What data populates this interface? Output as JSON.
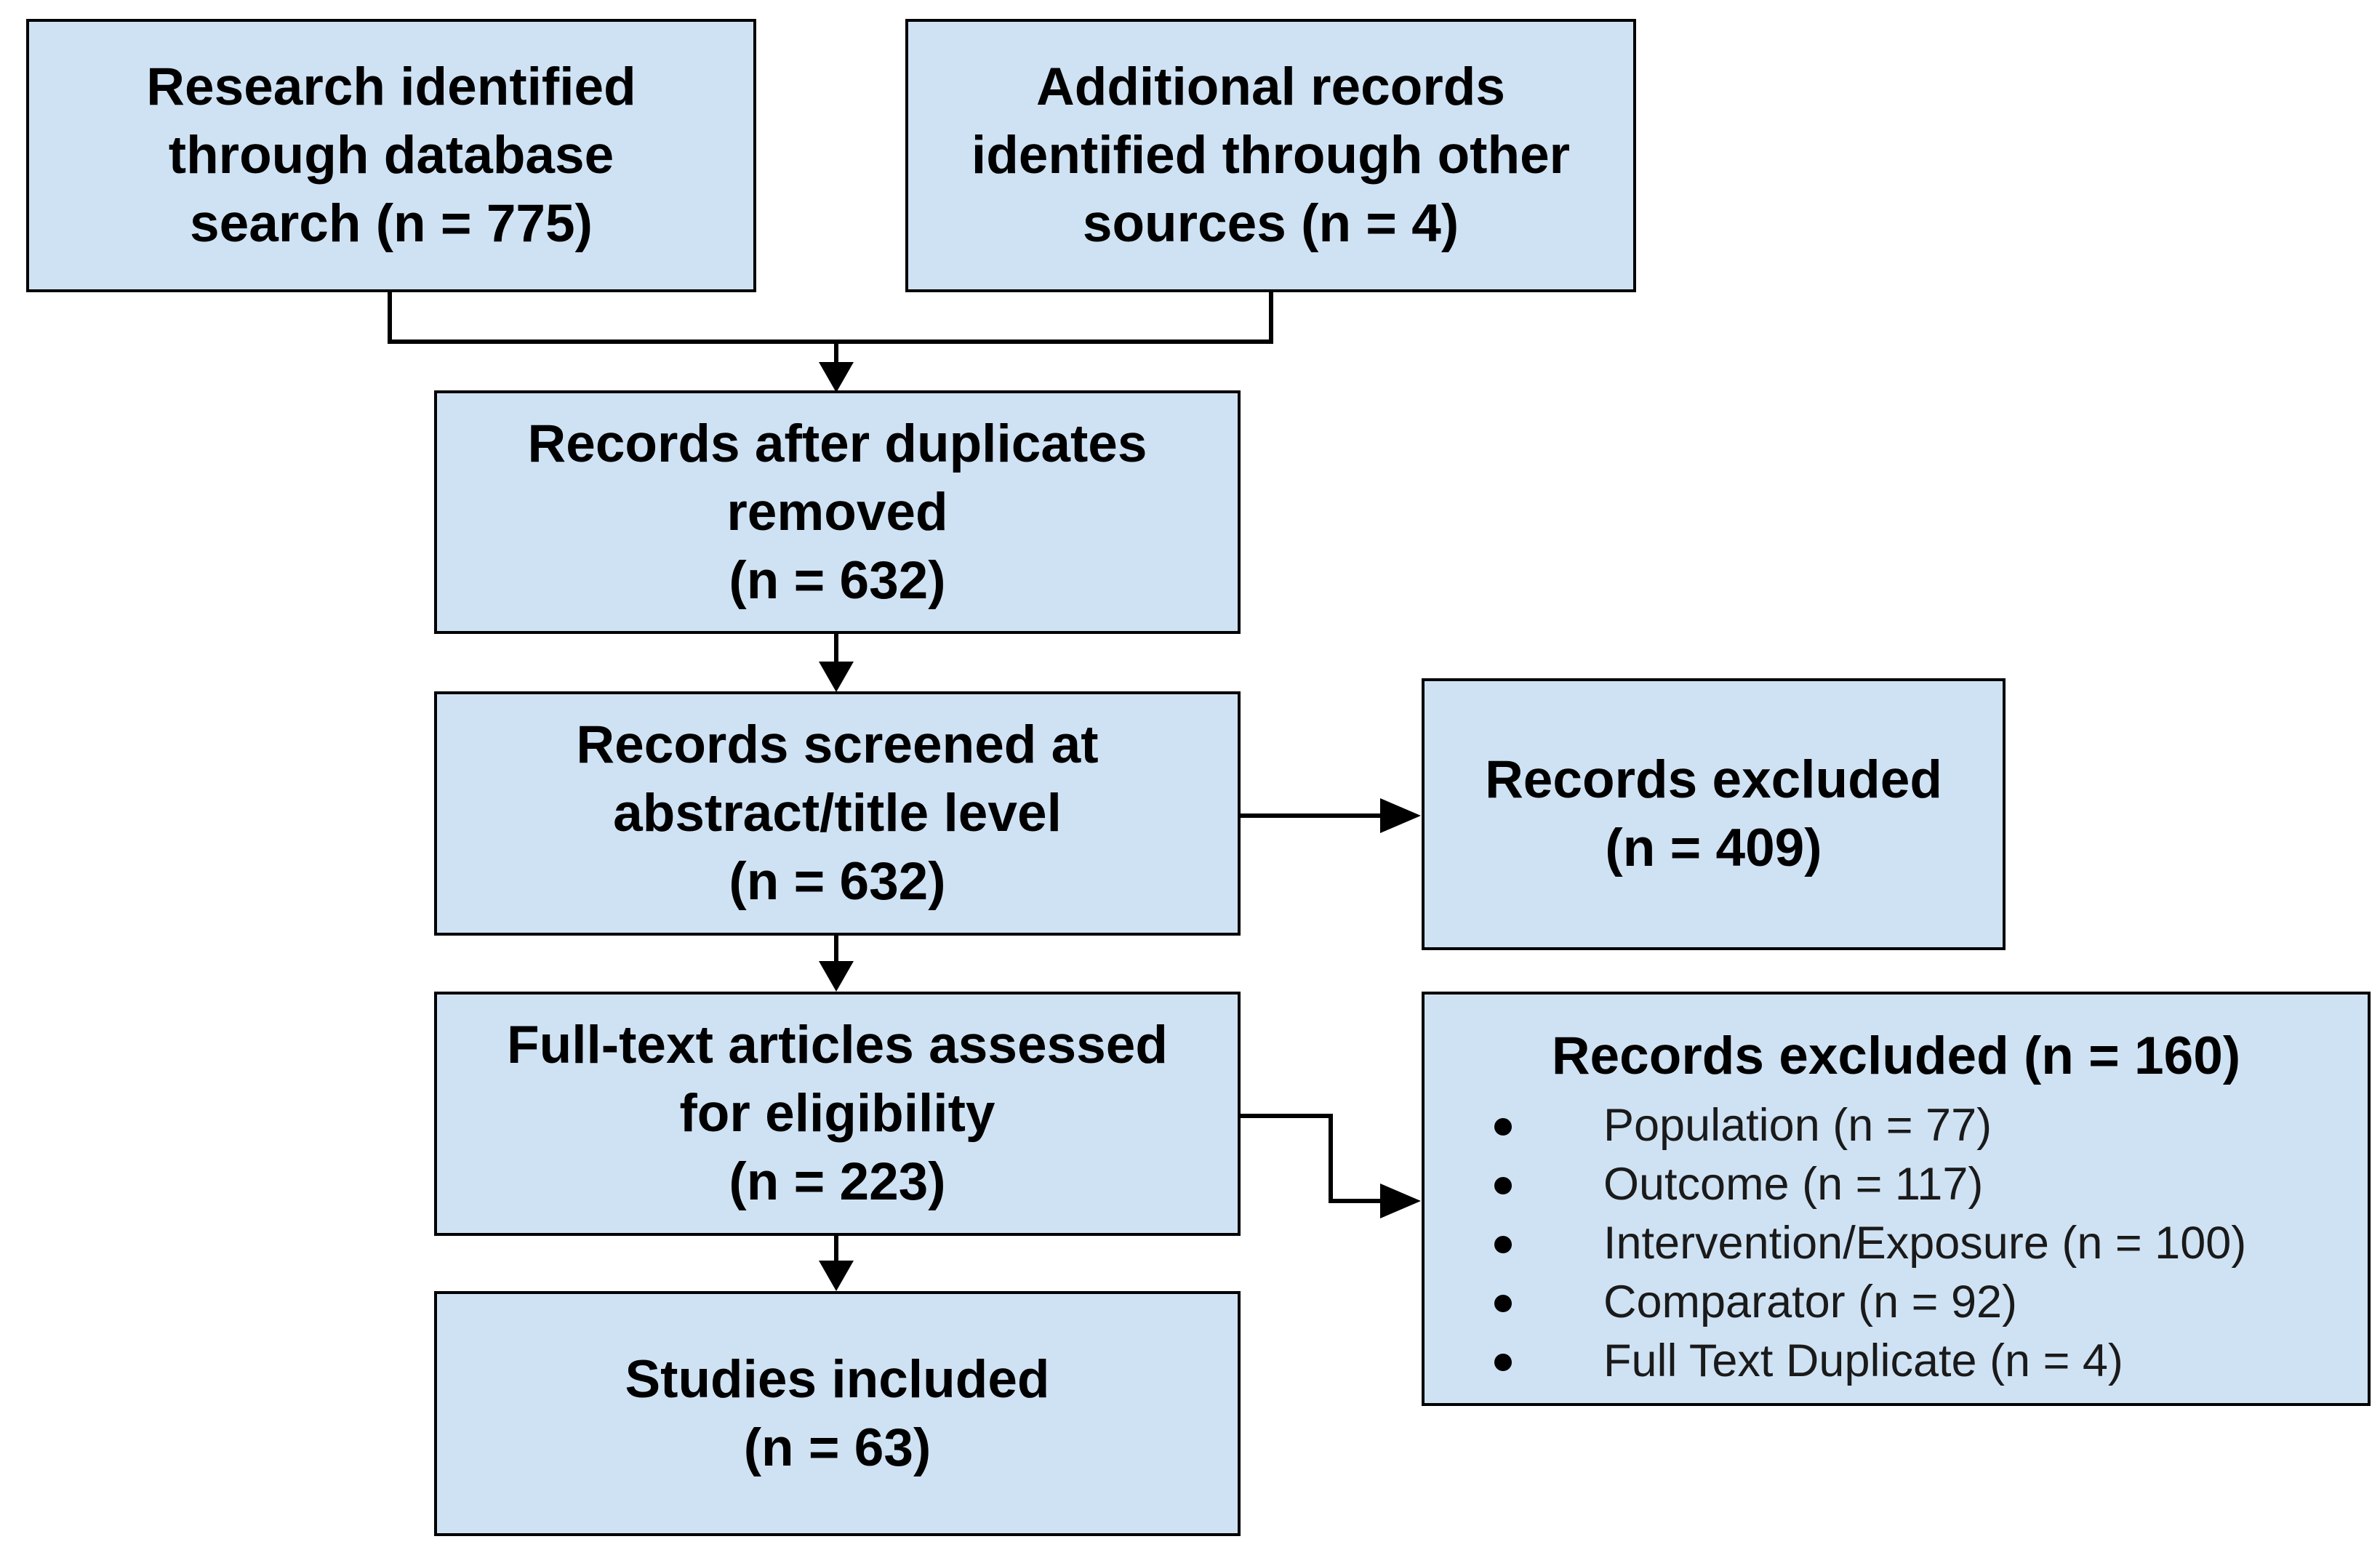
{
  "boxes": {
    "identified_db": "Research identified\nthrough database\nsearch (n = 775)",
    "identified_other": "Additional records\nidentified through other\nsources (n = 4)",
    "after_duplicates": "Records after duplicates\nremoved\n(n = 632)",
    "screened": "Records screened at\nabstract/title level\n(n = 632)",
    "excluded_screen": "Records excluded\n(n = 409)",
    "fulltext": "Full-text articles assessed\nfor eligibility\n(n = 223)",
    "excluded_fulltext_title": "Records excluded (n = 160)",
    "excluded_fulltext_reasons": [
      "Population (n = 77)",
      "Outcome (n = 117)",
      "Intervention/Exposure (n = 100)",
      "Comparator (n = 92)",
      "Full Text Duplicate (n = 4)"
    ],
    "included": "Studies included\n(n = 63)"
  },
  "colors": {
    "box_fill": "#cfe2f3",
    "border": "#000000"
  }
}
